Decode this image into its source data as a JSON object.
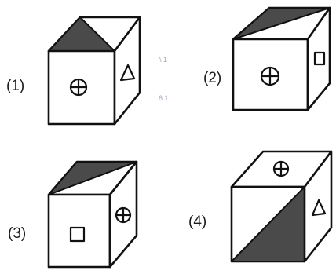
{
  "colors": {
    "ink": "#111111",
    "shade": "#4a4a4a",
    "paper": "#ffffff",
    "smudge": "#9aa6c8"
  },
  "cubes": [
    {
      "label": "(1)",
      "front_symbol": "circle-plus-icon",
      "side_symbol": "triangle-icon",
      "top_symbol": "",
      "shading": "top-left-half"
    },
    {
      "label": "(2)",
      "front_symbol": "circle-plus-icon",
      "side_symbol": "square-icon",
      "top_symbol": "",
      "shading": "top-diagonal-back"
    },
    {
      "label": "(3)",
      "front_symbol": "square-icon",
      "side_symbol": "circle-plus-icon",
      "top_symbol": "",
      "shading": "top-diagonal-back"
    },
    {
      "label": "(4)",
      "front_symbol": "",
      "side_symbol": "triangle-icon",
      "top_symbol": "circle-plus-icon",
      "shading": "front-lower-right-triangle"
    }
  ],
  "smudge_text": [
    "\\ 1",
    "6 1"
  ]
}
